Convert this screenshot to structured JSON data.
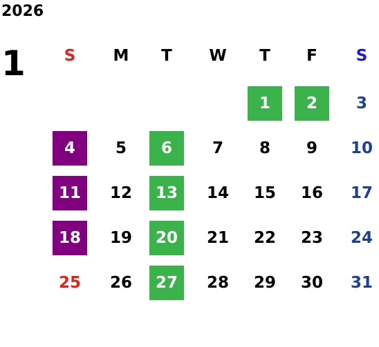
{
  "calendar": {
    "year": "2026",
    "month": "1",
    "weekdays": [
      "S",
      "M",
      "T",
      "W",
      "T",
      "F",
      "S"
    ],
    "weekday_colors": [
      "#e2231a",
      "#000000",
      "#000000",
      "#000000",
      "#000000",
      "#000000",
      "#1a1ad6"
    ],
    "days": [
      {
        "day": "1",
        "weekday": 4,
        "week": 0,
        "highlight": "green"
      },
      {
        "day": "2",
        "weekday": 5,
        "week": 0,
        "highlight": "green"
      },
      {
        "day": "3",
        "weekday": 6,
        "week": 0,
        "highlight": "none"
      },
      {
        "day": "4",
        "weekday": 0,
        "week": 1,
        "highlight": "purple"
      },
      {
        "day": "5",
        "weekday": 1,
        "week": 1,
        "highlight": "none"
      },
      {
        "day": "6",
        "weekday": 2,
        "week": 1,
        "highlight": "green"
      },
      {
        "day": "7",
        "weekday": 3,
        "week": 1,
        "highlight": "none"
      },
      {
        "day": "8",
        "weekday": 4,
        "week": 1,
        "highlight": "none"
      },
      {
        "day": "9",
        "weekday": 5,
        "week": 1,
        "highlight": "none"
      },
      {
        "day": "10",
        "weekday": 6,
        "week": 1,
        "highlight": "none"
      },
      {
        "day": "11",
        "weekday": 0,
        "week": 2,
        "highlight": "purple"
      },
      {
        "day": "12",
        "weekday": 1,
        "week": 2,
        "highlight": "none"
      },
      {
        "day": "13",
        "weekday": 2,
        "week": 2,
        "highlight": "green"
      },
      {
        "day": "14",
        "weekday": 3,
        "week": 2,
        "highlight": "none"
      },
      {
        "day": "15",
        "weekday": 4,
        "week": 2,
        "highlight": "none"
      },
      {
        "day": "16",
        "weekday": 5,
        "week": 2,
        "highlight": "none"
      },
      {
        "day": "17",
        "weekday": 6,
        "week": 2,
        "highlight": "none"
      },
      {
        "day": "18",
        "weekday": 0,
        "week": 3,
        "highlight": "purple"
      },
      {
        "day": "19",
        "weekday": 1,
        "week": 3,
        "highlight": "none"
      },
      {
        "day": "20",
        "weekday": 2,
        "week": 3,
        "highlight": "green"
      },
      {
        "day": "21",
        "weekday": 3,
        "week": 3,
        "highlight": "none"
      },
      {
        "day": "22",
        "weekday": 4,
        "week": 3,
        "highlight": "none"
      },
      {
        "day": "23",
        "weekday": 5,
        "week": 3,
        "highlight": "none"
      },
      {
        "day": "24",
        "weekday": 6,
        "week": 3,
        "highlight": "none"
      },
      {
        "day": "25",
        "weekday": 0,
        "week": 4,
        "highlight": "none"
      },
      {
        "day": "26",
        "weekday": 1,
        "week": 4,
        "highlight": "none"
      },
      {
        "day": "27",
        "weekday": 2,
        "week": 4,
        "highlight": "green"
      },
      {
        "day": "28",
        "weekday": 3,
        "week": 4,
        "highlight": "none"
      },
      {
        "day": "29",
        "weekday": 4,
        "week": 4,
        "highlight": "none"
      },
      {
        "day": "30",
        "weekday": 5,
        "week": 4,
        "highlight": "none"
      },
      {
        "day": "31",
        "weekday": 6,
        "week": 4,
        "highlight": "none"
      }
    ]
  },
  "colors": {
    "highlight_green": "#3ab44a",
    "highlight_purple": "#800080",
    "highlight_text": "#ffffff",
    "sunday_text": "#e2231a",
    "saturday_text": "#1f3f8f",
    "weekday_text": "#000000"
  }
}
